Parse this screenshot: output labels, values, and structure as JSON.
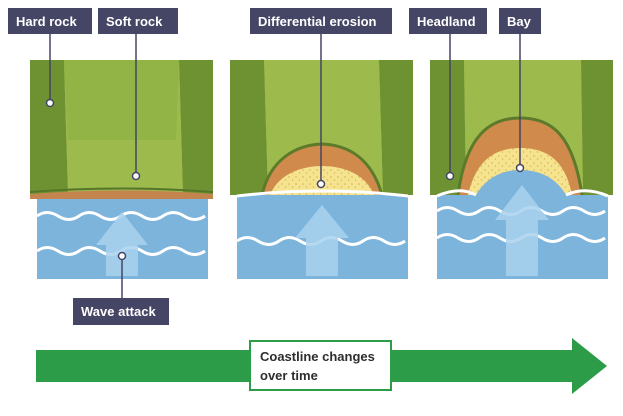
{
  "labels": {
    "hard_rock": "Hard rock",
    "soft_rock": "Soft rock",
    "differential_erosion": "Differential erosion",
    "headland": "Headland",
    "bay": "Bay",
    "wave_attack": "Wave attack"
  },
  "arrow": {
    "line1": "Coastline changes",
    "line2": "over time"
  },
  "colors": {
    "label_bg": "#454565",
    "grass_dark": "#6e9232",
    "grass_light": "#9dba4d",
    "cliff_orange": "#d08a4c",
    "sand": "#f5e38f",
    "sea": "#7cb4dc",
    "sea_light": "#a9d2ee",
    "wave_line": "#ffffff",
    "arrow_green": "#2c9c49"
  }
}
